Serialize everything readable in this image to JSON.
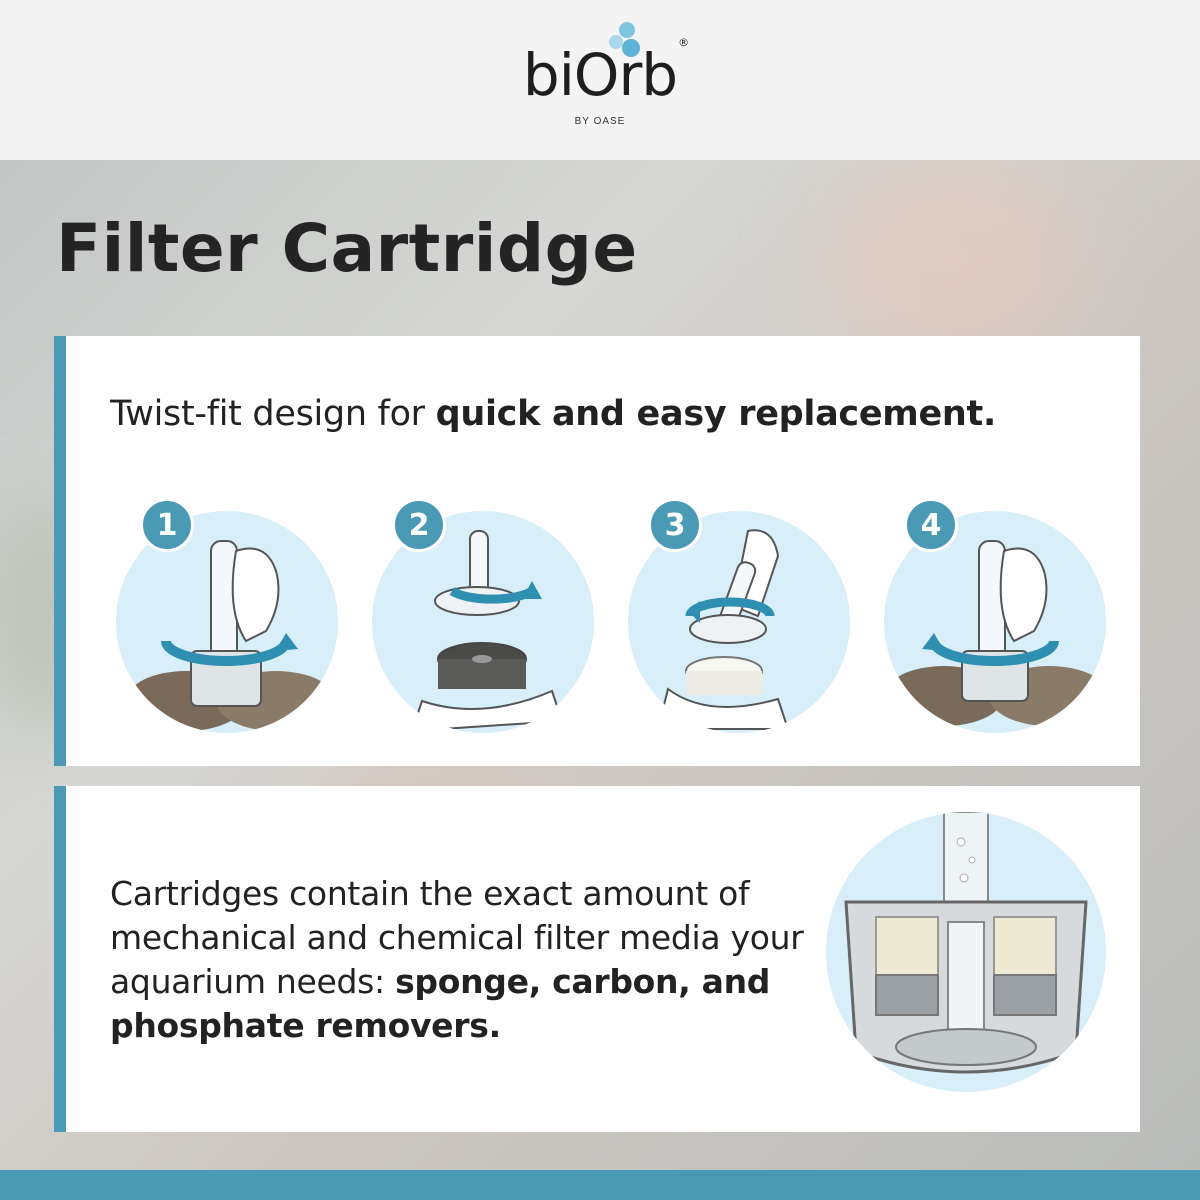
{
  "brand": {
    "name": "biOrb",
    "registered": "®",
    "byline": "BY OASE",
    "accent": "#4a9ab5",
    "circle_fill": "#d8eef8"
  },
  "title": "Filter Cartridge",
  "panel_steps": {
    "intro": "Twist-fit design for ",
    "intro_bold": "quick and easy replacement.",
    "steps": [
      {
        "number": "1",
        "icon": "twist-in-icon"
      },
      {
        "number": "2",
        "icon": "remove-cartridge-icon"
      },
      {
        "number": "3",
        "icon": "insert-cartridge-icon"
      },
      {
        "number": "4",
        "icon": "twist-lock-icon"
      }
    ]
  },
  "panel_media": {
    "text": "Cartridges contain the exact amount of mechanical and chemical filter media your aquarium needs: ",
    "text_bold": "sponge, carbon, and phosphate removers.",
    "image_icon": "cartridge-cutaway-icon"
  }
}
